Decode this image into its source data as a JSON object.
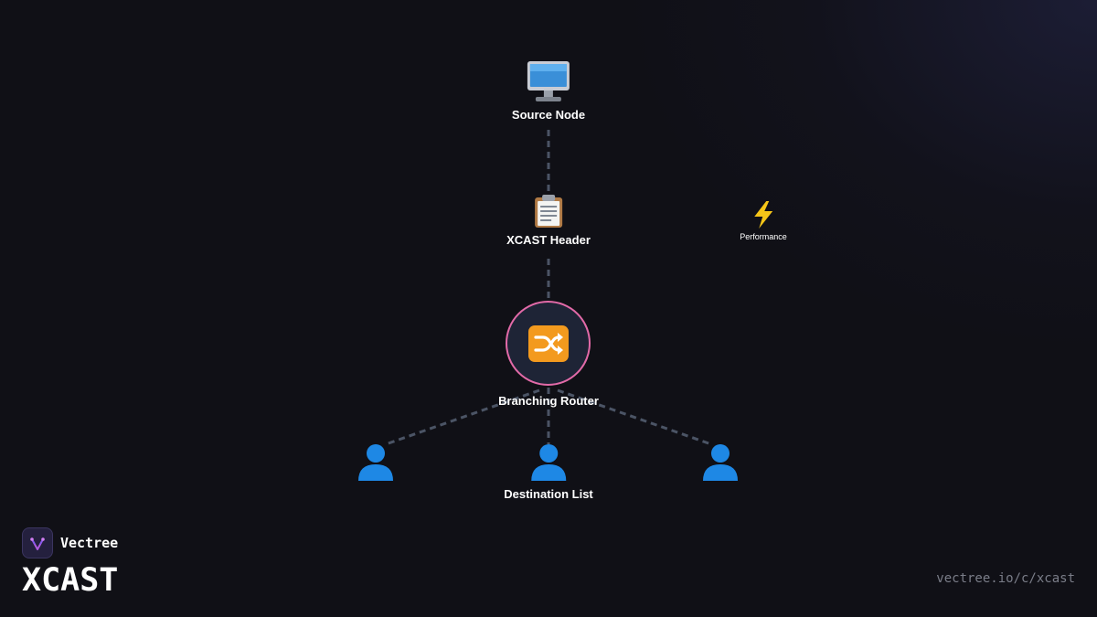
{
  "diagram": {
    "source": {
      "icon": "desktop-computer-icon",
      "label": "Source Node"
    },
    "header": {
      "icon": "clipboard-icon",
      "label": "XCAST Header"
    },
    "performance": {
      "icon": "lightning-icon",
      "label": "Performance"
    },
    "router": {
      "icon": "shuffle-icon",
      "label": "Branching Router"
    },
    "destinations": {
      "label": "Destination List",
      "items": [
        {
          "icon": "user-icon"
        },
        {
          "icon": "user-icon"
        },
        {
          "icon": "user-icon"
        }
      ]
    }
  },
  "brand": {
    "logo": "vectree-logo",
    "name": "Vectree",
    "product": "XCAST",
    "url": "vectree.io/c/xcast"
  },
  "colors": {
    "background": "#101016",
    "router_border": "#e26aa8",
    "router_fill": "#1e2436",
    "link": "#4b5465",
    "person": "#1e88e5",
    "lightning": "#f5c518",
    "shuffle": "#f39a1e"
  }
}
